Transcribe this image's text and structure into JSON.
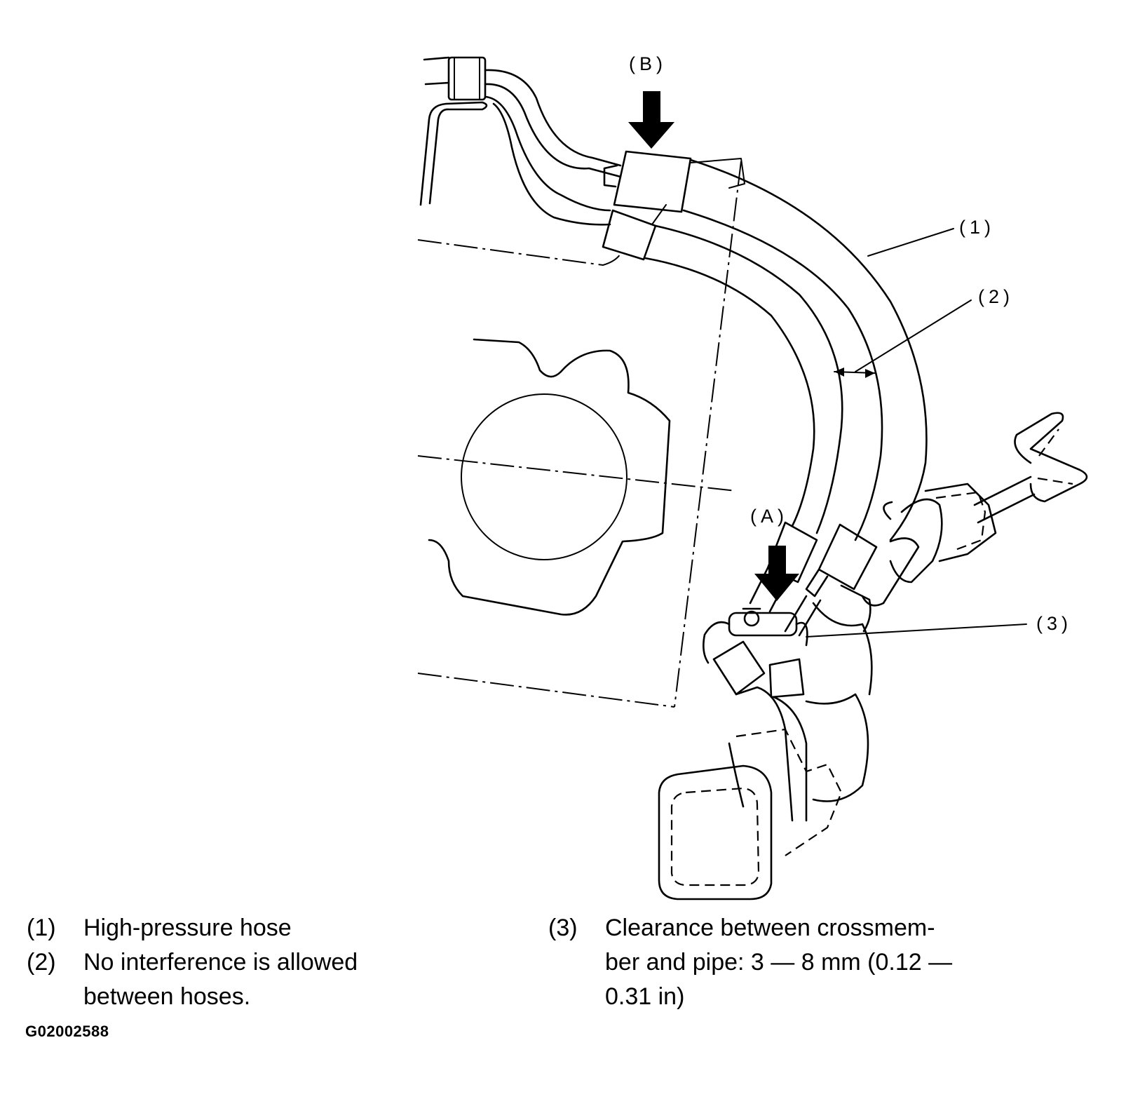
{
  "callouts": {
    "b": "(B)",
    "a": "(A)",
    "one": "(1)",
    "two": "(2)",
    "three": "(3)"
  },
  "legend": [
    {
      "num": "(1)",
      "text": "High-pressure hose"
    },
    {
      "num": "(2)",
      "text": "No interference is allowed between hoses."
    },
    {
      "num": "(3)",
      "text": "Clearance between crossmem- ber and pipe: 3 — 8 mm (0.12 — 0.31 in)"
    }
  ],
  "figure_code": "G02002588"
}
